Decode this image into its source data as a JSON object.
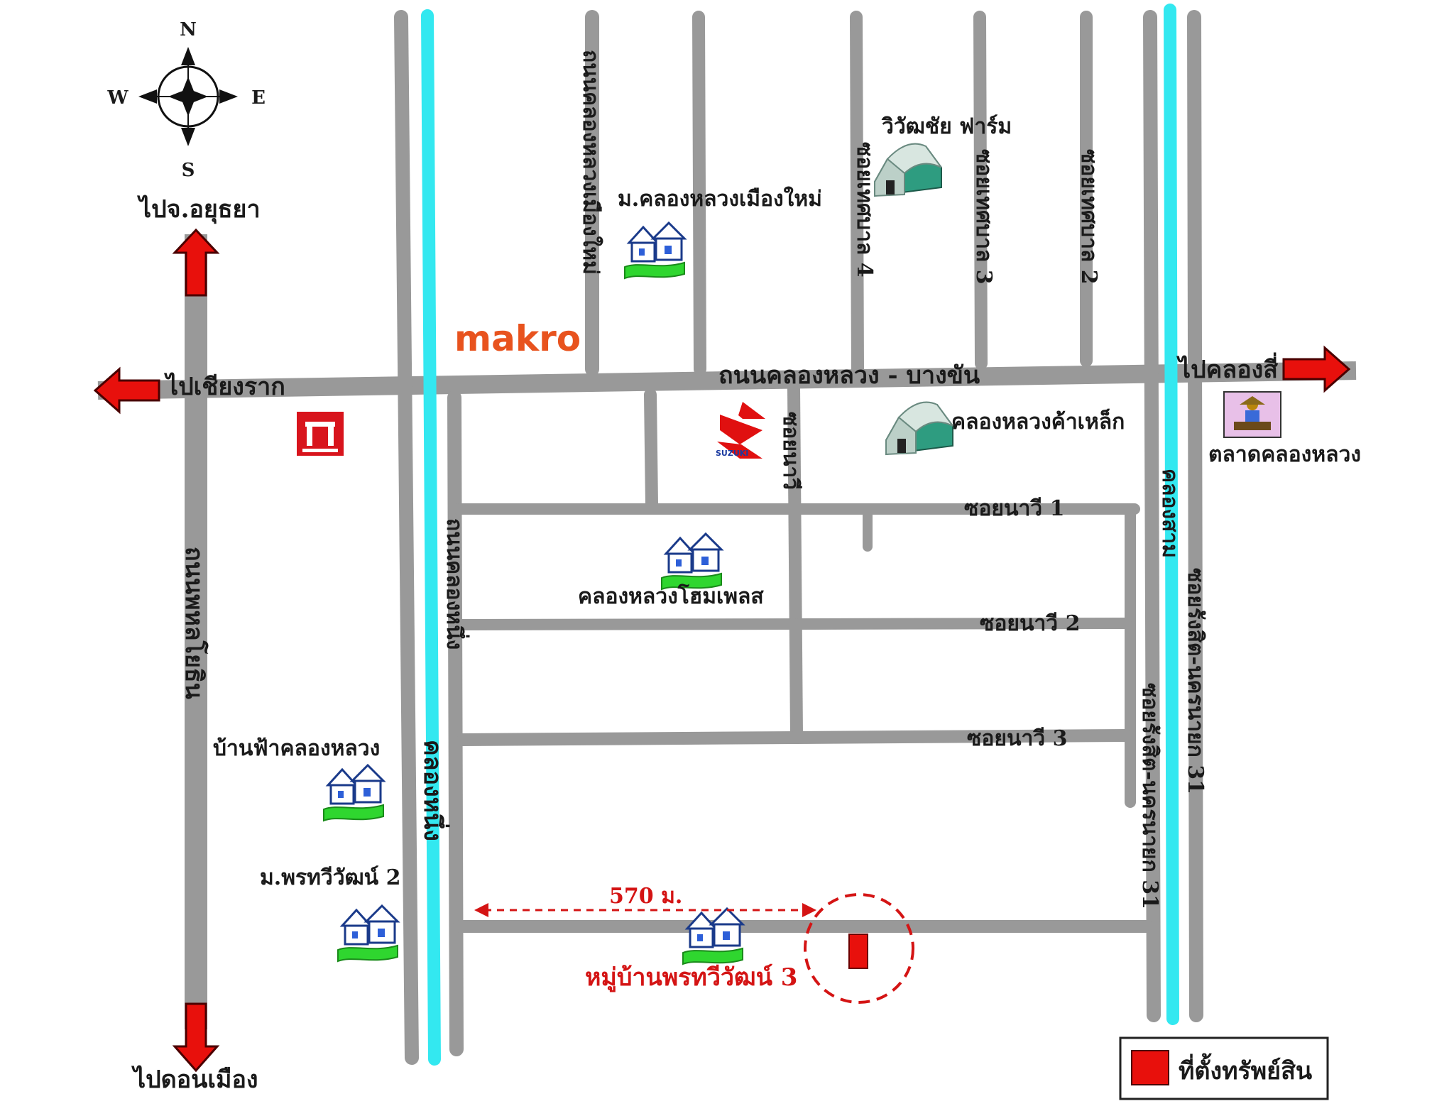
{
  "compass": {
    "n": "N",
    "s": "S",
    "e": "E",
    "w": "W"
  },
  "directions": {
    "to_ayutthaya": "ไปจ.อยุธยา",
    "to_chiang_rak": "ไปเชียงราก",
    "to_khlong_si": "ไปคลองสี่",
    "to_don_mueang": "ไปดอนเมือง"
  },
  "roads": {
    "main_road": "ถนนคลองหลวง - บางขัน",
    "phahon_yothin": "ถนนพหลโยธิน",
    "khlong_luang_mueang_mai": "ถนนคลองหลวงเมืองใหม่",
    "soi_thetsaban_4": "ซอยเทศบาล 4",
    "soi_thetsaban_3": "ซอยเทศบาล 3",
    "soi_thetsaban_2": "ซอยเทศบาล 2",
    "khlong_nueng_road": "ถนนคลองหนึ่ง",
    "soi_nawee_1": "ซอยนาวี 1",
    "soi_nawee_2": "ซอยนาวี 2",
    "soi_nawee_3": "ซอยนาวี 3",
    "soi_rangsit_1": "ซอยรังสิต-นครนายก 31",
    "soi_rangsit_2": "ซอยรังสิต-นครนายก 31",
    "soi_small": "ซอยนาวี"
  },
  "canals": {
    "khlong_nueng": "คลองหนึ่ง",
    "khlong_sam": "คลองสาม"
  },
  "places": {
    "wiwatchai_farm": "วิวัฒชัย ฟาร์ม",
    "khlong_luang_mueang_mai_village": "ม.คลองหลวงเมืองใหม่",
    "makro": "makro",
    "khlong_luang_steel": "คลองหลวงค้าเหล็ก",
    "khlong_luang_market": "ตลาดคลองหลวง",
    "khlong_luang_home_place": "คลองหลวงโฮมเพลส",
    "baan_fah_khlong_luang": "บ้านฟ้าคลองหลวง",
    "phon_thawee_wat_2": "ม.พรทวีวัฒน์ 2",
    "phon_thawee_wat_3": "หมู่บ้านพรทวีวัฒน์ 3",
    "suzuki": "SUZUKI"
  },
  "distance": "570 ม.",
  "legend": {
    "property_location": "ที่ตั้งทรัพย์สิน"
  },
  "colors": {
    "road": "#999999",
    "canal": "#33e8f0",
    "arrow": "#e8100c",
    "property": "#e8100c",
    "makro": "#e8531e",
    "house_lawn": "#2fd62f"
  }
}
